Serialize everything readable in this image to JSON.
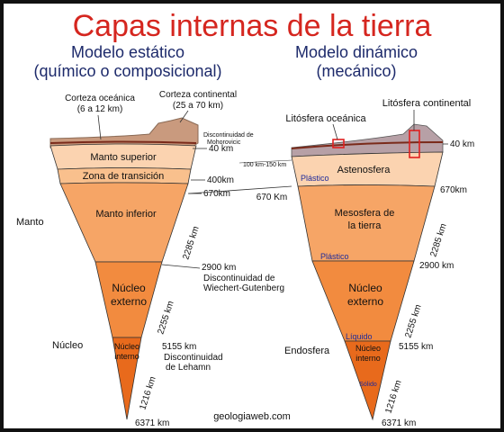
{
  "title": "Capas internas de la tierra",
  "static_model": {
    "heading_1": "Modelo estático",
    "heading_2": "(químico o composicional)",
    "oceanic_crust_1": "Corteza oceánica",
    "oceanic_crust_2": "(6 a 12 km)",
    "continental_crust_1": "Corteza continental",
    "continental_crust_2": "(25 a 70 km)",
    "moho_1": "Discontinuidad de",
    "moho_2": "Mohorovicic",
    "upper_mantle": "Manto superior",
    "transition_zone": "Zona de transición",
    "lower_mantle": "Manto inferior",
    "outer_core_1": "Núcleo",
    "outer_core_2": "externo",
    "inner_core_1": "Núcleo",
    "inner_core_2": "interno",
    "mantle_label": "Manto",
    "core_label": "Núcleo"
  },
  "dynamic_model": {
    "heading_1": "Modelo dinámico",
    "heading_2": "(mecánico)",
    "oceanic_litho": "Litósfera oceánica",
    "continental_litho": "Litósfera continental",
    "litho_depth": "100 km-150 km",
    "asthenosphere": "Astenosfera",
    "plastic_1": "Plástico",
    "mesosphere_1": "Mesosfera de",
    "mesosphere_2": "la tierra",
    "plastic_2": "Plástico",
    "outer_core_1": "Núcleo",
    "outer_core_2": "externo",
    "liquid": "Líquido",
    "inner_core_1": "Núcleo",
    "inner_core_2": "interno",
    "solid": "Sólido",
    "endosphere": "Endosfera"
  },
  "depths": {
    "d40_left": "40 km",
    "d400": "400km",
    "d670_left": "670km",
    "d670_mid": "670 Km",
    "d2900_left": "2900 km",
    "gutenberg_1": "Discontinuidad de",
    "gutenberg_2": "Wiechert-Gutenberg",
    "d5155_left": "5155 km",
    "lehmann_1": "Discontinuidad",
    "lehmann_2": "de Lehamn",
    "d6371_left": "6371 km",
    "d40_right": "40 km",
    "d670_right": "670km",
    "d2900_right": "2900 km",
    "d5155_right": "5155 km",
    "d6371_right": "6371 km"
  },
  "thickness": {
    "left_mantle": "2285 km",
    "left_outer": "2255 km",
    "left_inner": "1216 km",
    "right_mantle": "2285 km",
    "right_outer": "2255 km",
    "right_inner": "1216 km"
  },
  "credit": "geologiaweb.com",
  "colors": {
    "title": "#d5261f",
    "heading": "#1d2a6b",
    "crust": "#c99a7e",
    "upper_mantle": "#fbd3b0",
    "transition": "#f9c08d",
    "lower_mantle": "#f6a566",
    "outer_core": "#f28b3f",
    "inner_core": "#e86a1c",
    "highlight": "#e02020"
  }
}
